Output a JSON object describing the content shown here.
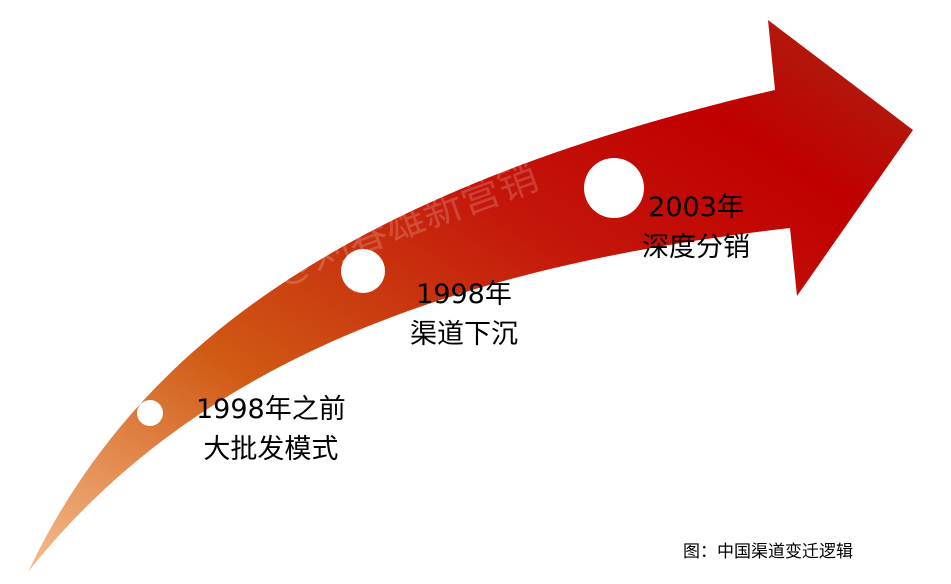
{
  "watermark": "@刘春雄新营销",
  "milestones": [
    {
      "year": "1998年之前",
      "label": "大批发模式"
    },
    {
      "year": "1998年",
      "label": "渠道下沉"
    },
    {
      "year": "2003年",
      "label": "深度分销"
    }
  ],
  "caption": "图：中国渠道变迁逻辑",
  "colors": {
    "arrow_start": "#f4b483",
    "arrow_mid": "#c8220a",
    "arrow_end": "#a8200e",
    "dot": "#ffffff"
  }
}
